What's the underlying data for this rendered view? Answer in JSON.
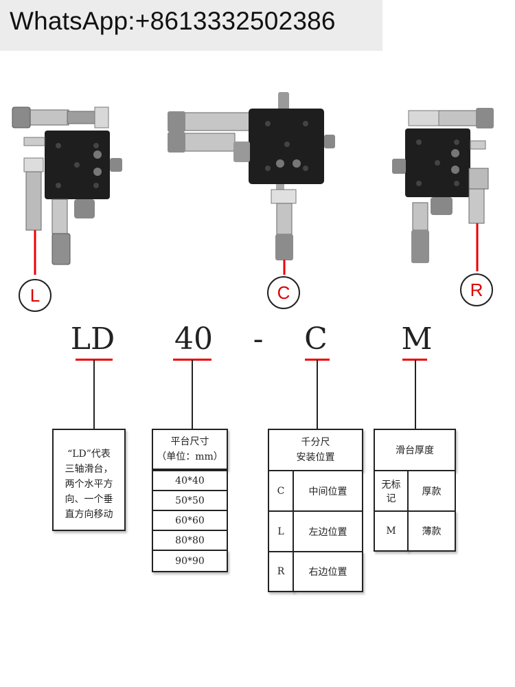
{
  "banner": {
    "text": "WhatsApp:+8613332502386"
  },
  "products": {
    "left": {
      "label": "L"
    },
    "center": {
      "label": "C"
    },
    "right": {
      "label": "R"
    }
  },
  "model_code": {
    "parts": [
      "LD",
      "40",
      "-",
      "C",
      "M"
    ]
  },
  "legend": {
    "ld_desc": [
      "“LD”代表",
      "三轴滑台，",
      "两个水平方",
      "向、一个垂",
      "直方向移动"
    ],
    "size": {
      "title": [
        "平台尺寸",
        "（单位：mm）"
      ],
      "options": [
        "40*40",
        "50*50",
        "60*60",
        "80*80",
        "90*90"
      ]
    },
    "micrometer": {
      "title": [
        "千分尺",
        "安装位置"
      ],
      "rows": [
        {
          "code": "C",
          "desc": "中间位置"
        },
        {
          "code": "L",
          "desc": "左边位置"
        },
        {
          "code": "R",
          "desc": "右边位置"
        }
      ]
    },
    "thickness": {
      "title": "滑台厚度",
      "rows": [
        {
          "code": "无标记",
          "desc": "厚款"
        },
        {
          "code": "M",
          "desc": "薄款"
        }
      ]
    }
  },
  "colors": {
    "accent": "#e00000",
    "stage_black": "#1e1e1e",
    "metal": "#b8b8b8"
  }
}
